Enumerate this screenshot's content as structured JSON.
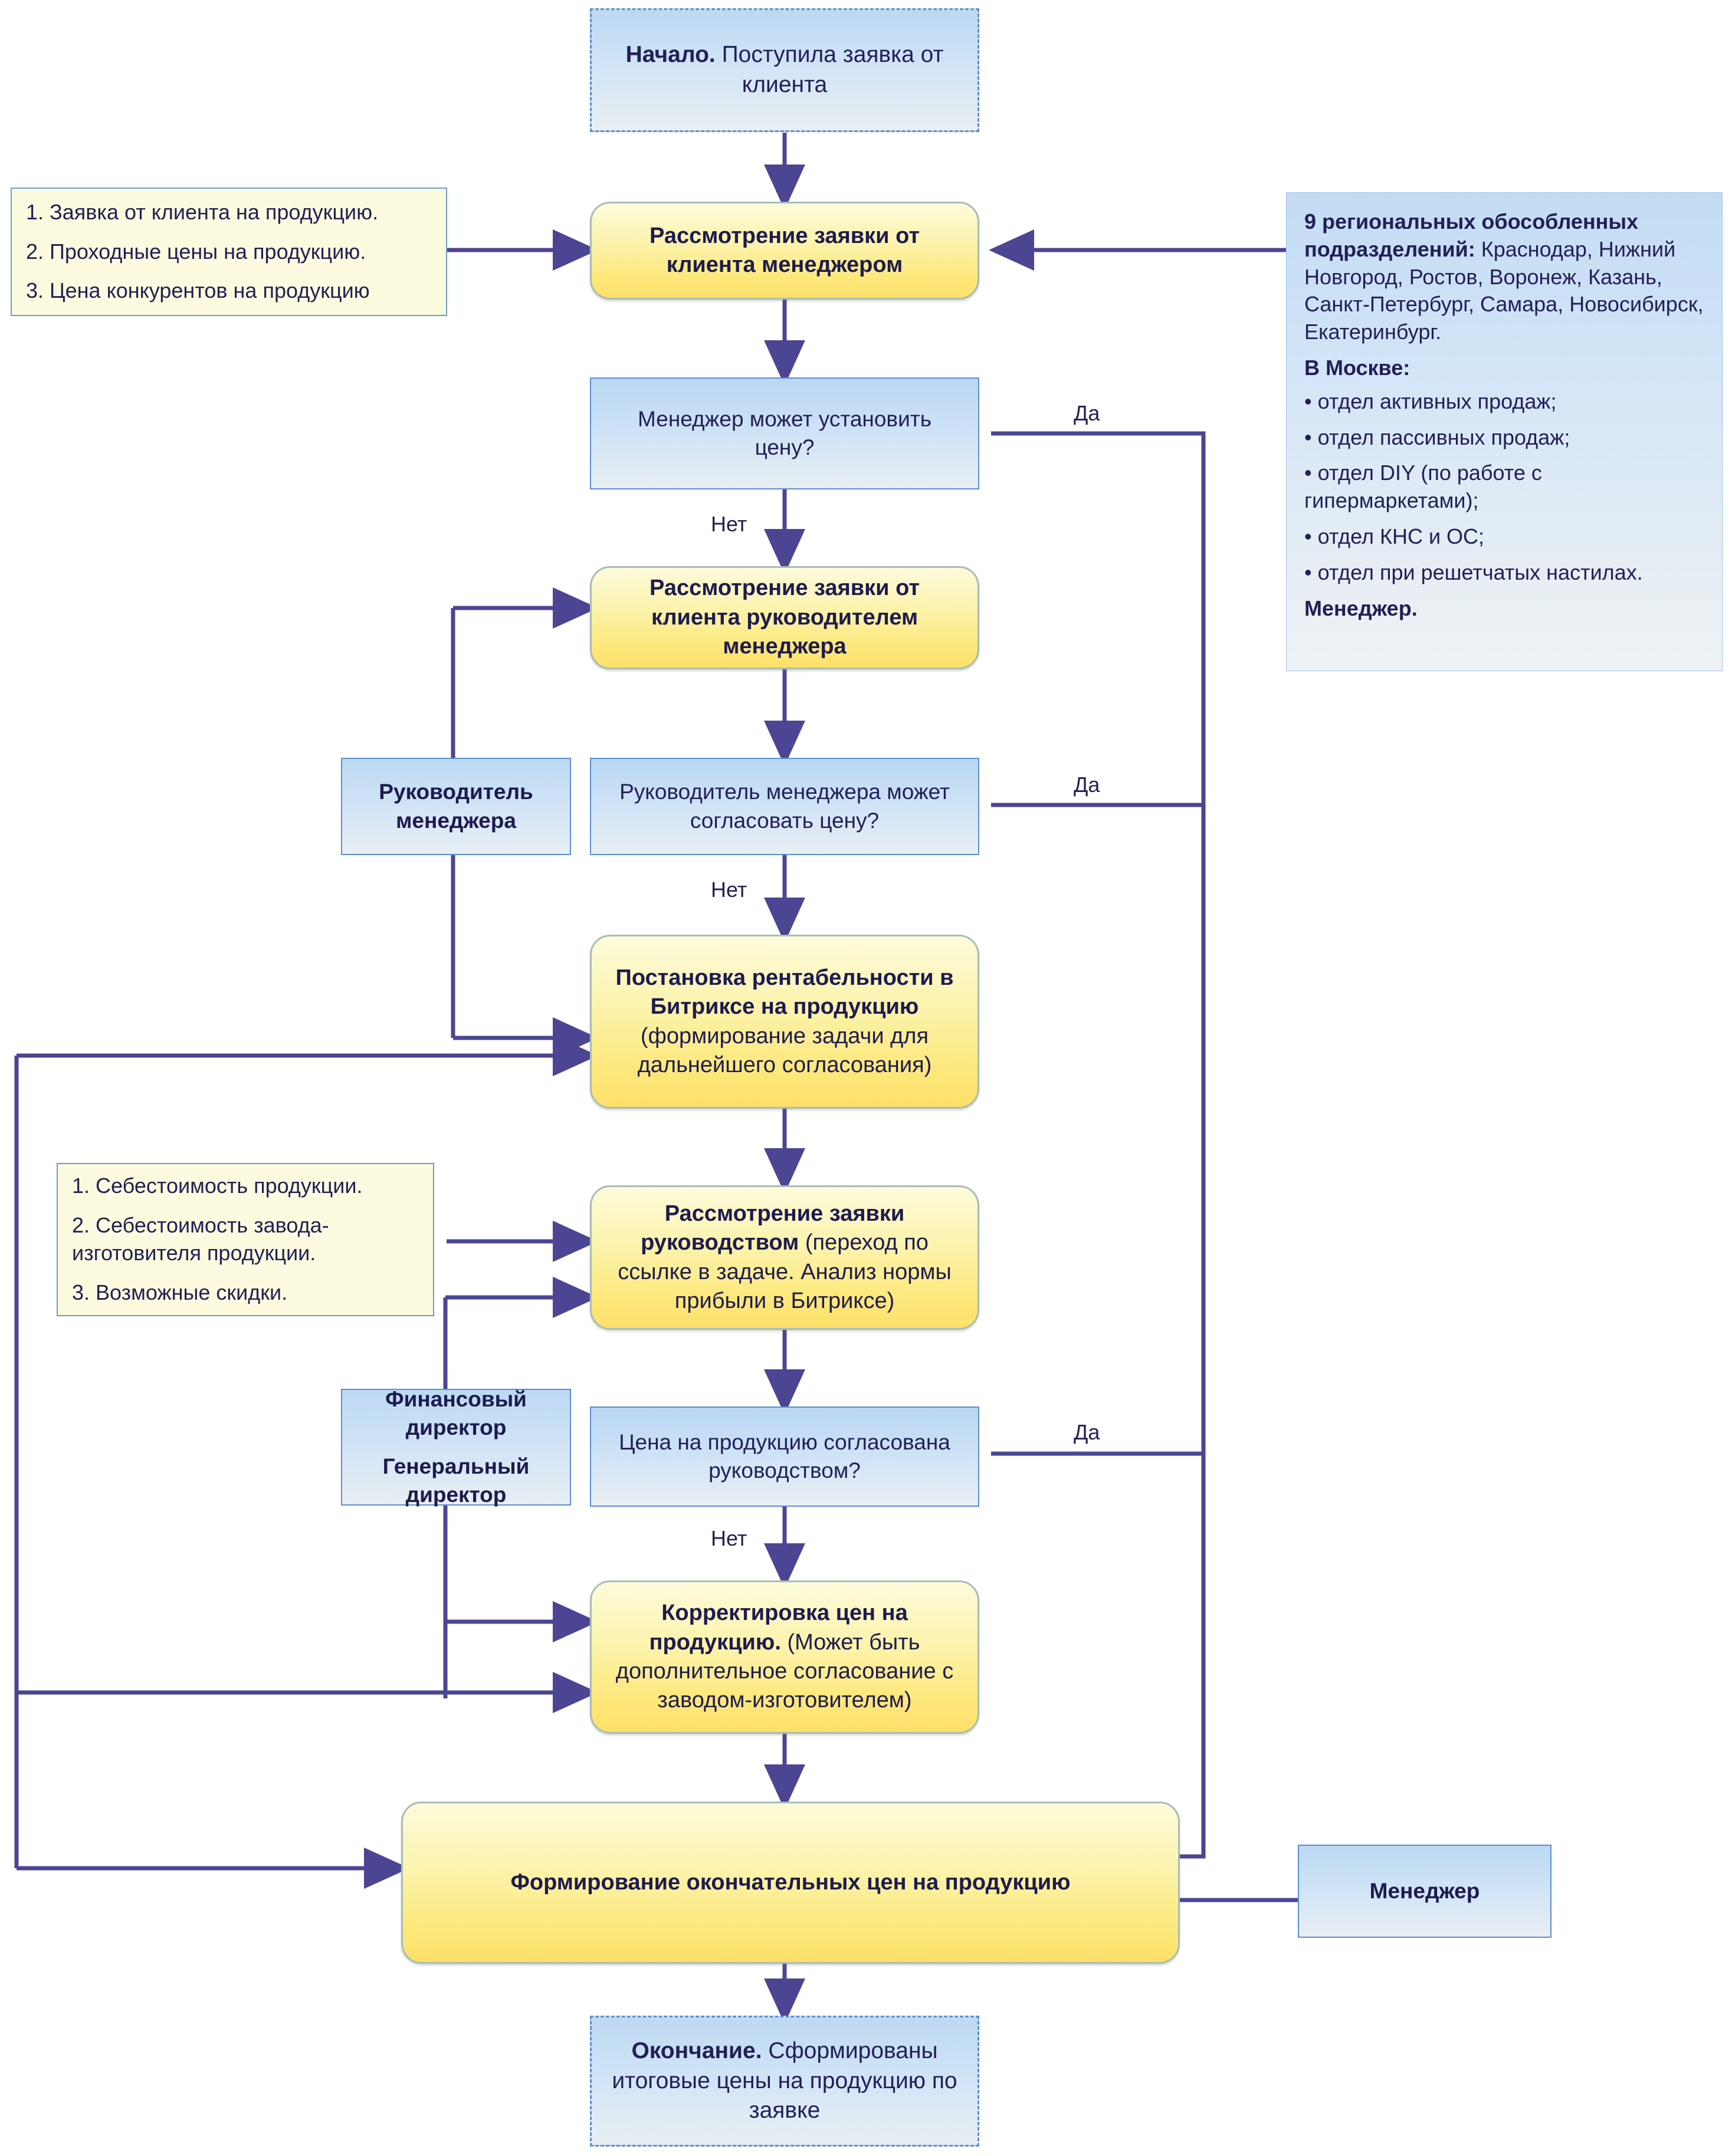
{
  "diagram": {
    "title": "Схема процесса формирования цен на продукцию",
    "line_color": "#4b4593",
    "process_fill": "#fde06a",
    "decision_fill": "#cde2f6",
    "note_fill": "#fcfbdf"
  },
  "nodes": {
    "start": {
      "type": "terminator",
      "bold": "Начало.",
      "rest": " Поступила заявка от клиента"
    },
    "manager_review": {
      "type": "process",
      "text": "Рассмотрение заявки от клиента менеджером"
    },
    "decision_manager": {
      "type": "decision",
      "text": "Менеджер может установить цену?"
    },
    "head_review": {
      "type": "process",
      "text": "Рассмотрение заявки от клиента руководителем менеджера"
    },
    "decision_head": {
      "type": "decision",
      "text": "Руководитель менеджера может согласовать цену?"
    },
    "profitability": {
      "type": "process",
      "bold": "Постановка рентабельности в Битриксе на продукцию",
      "regular": " (формирование задачи для дальнейшего согласования)"
    },
    "management_review": {
      "type": "process",
      "bold": "Рассмотрение заявки руководством",
      "regular": " (переход по ссылке в задаче. Анализ нормы прибыли в Битриксе)"
    },
    "decision_management": {
      "type": "decision",
      "text": "Цена на продукцию согласована руководством?"
    },
    "correction": {
      "type": "process",
      "bold": "Корректировка цен на продукцию.",
      "regular": " (Может быть дополнительное согласование с заводом-изготовителем)"
    },
    "final_prices": {
      "type": "process",
      "text": "Формирование окончательных цен на продукцию"
    },
    "end": {
      "type": "terminator",
      "bold": "Окончание.",
      "rest": " Сформированы итоговые цены на продукцию по заявке"
    }
  },
  "roles": {
    "head_of_manager": "Руководитель менеджера",
    "financial_director": "Финансовый директор",
    "general_director": "Генеральный директор",
    "manager_bottom": "Менеджер"
  },
  "notes": {
    "inputs_top": {
      "items": [
        "1. Заявка от клиента на продукцию.",
        "2. Проходные цены на продукцию.",
        "3. Цена конкурентов на продукцию"
      ]
    },
    "inputs_mid": {
      "items": [
        "1. Себестоимость продукции.",
        "2. Себестоимость завода-изготовителя продукции.",
        "3. Возможные скидки."
      ]
    }
  },
  "panel": {
    "heading_bold": "9 региональных обособленных подразделений:",
    "heading_rest": " Краснодар, Нижний Новгород, Ростов, Воронеж, Казань, Санкт-Петербург, Самара, Новосибирск, Екатеринбург.",
    "moscow_label": "В Москве:",
    "departments": [
      "• отдел активных продаж;",
      "• отдел пассивных продаж;",
      "• отдел DIY (по работе с гипермаркетами);",
      "• отдел КНС и ОС;",
      "• отдел при решетчатых настилах."
    ],
    "footer": "Менеджер."
  },
  "edge_labels": {
    "yes_1": "Да",
    "no_1": "Нет",
    "yes_2": "Да",
    "no_2": "Нет",
    "yes_3": "Да",
    "no_3": "Нет"
  }
}
